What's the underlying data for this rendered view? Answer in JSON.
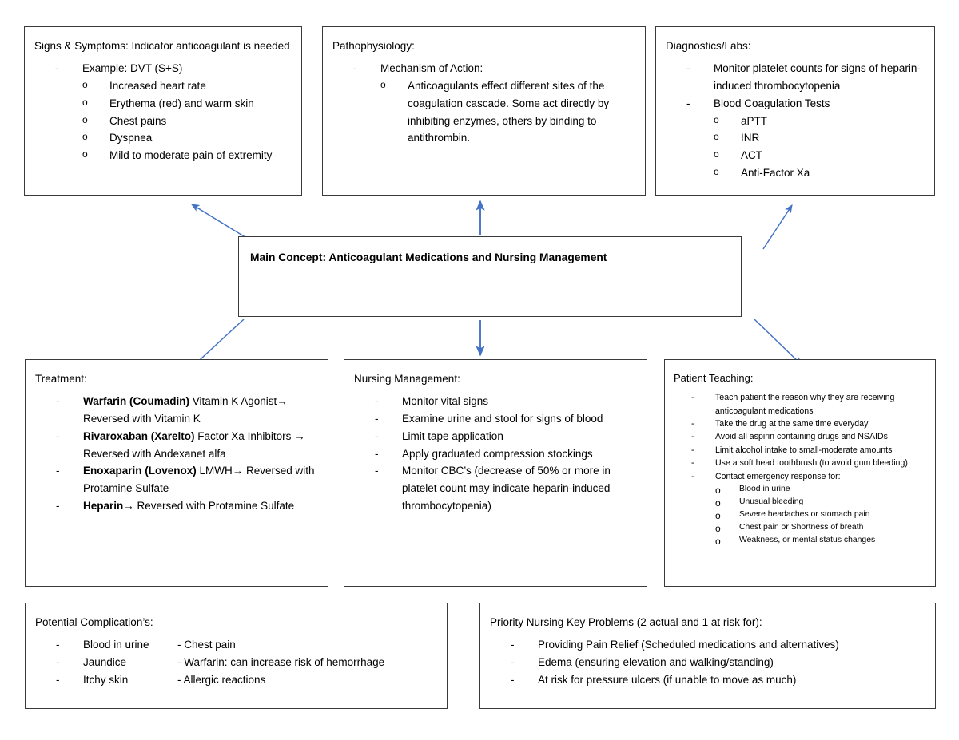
{
  "theme": {
    "arrow_color": "#4472C4",
    "border_color": "#3a3a3a",
    "background": "#ffffff"
  },
  "main": {
    "title": "Main Concept: Anticoagulant Medications and Nursing Management"
  },
  "signs": {
    "title": "Signs & Symptoms: Indicator anticoagulant is needed",
    "example": "Example: DVT (S+S)",
    "items": [
      "Increased heart rate",
      "Erythema (red) and warm skin",
      "Chest pains",
      "Dyspnea",
      "Mild to moderate pain of extremity"
    ]
  },
  "pathophysiology": {
    "title": "Pathophysiology:",
    "mechanism_label": "Mechanism of Action:",
    "mechanism_text": "Anticoagulants effect different sites of the coagulation cascade. Some act directly by inhibiting enzymes, others by binding to antithrombin."
  },
  "diagnostics": {
    "title": "Diagnostics/Labs:",
    "items": [
      "Monitor platelet counts for signs of heparin-induced thrombocytopenia",
      "Blood Coagulation Tests"
    ],
    "tests": [
      "aPTT",
      "INR",
      "ACT",
      "Anti-Factor Xa"
    ]
  },
  "treatment": {
    "title": "Treatment:",
    "items": [
      {
        "drug": "Warfarin (Coumadin)",
        "detail": " Vitamin K Agonist→ Reversed with Vitamin K"
      },
      {
        "drug": "Rivaroxaban (Xarelto)",
        "detail": " Factor Xa Inhibitors → Reversed with Andexanet alfa"
      },
      {
        "drug": "Enoxaparin (Lovenox)",
        "detail": " LMWH→ Reversed with Protamine Sulfate"
      },
      {
        "drug": "Heparin",
        "detail": "→ Reversed with Protamine Sulfate"
      }
    ]
  },
  "nursing": {
    "title": "Nursing Management:",
    "items": [
      "Monitor vital signs",
      "Examine urine and stool for signs of blood",
      "Limit tape application",
      "Apply graduated compression stockings",
      "Monitor CBC’s (decrease of 50% or more in platelet count may indicate heparin-induced thrombocytopenia)"
    ]
  },
  "teaching": {
    "title": "Patient Teaching:",
    "items": [
      "Teach patient the reason why they are receiving anticoagulant medications",
      "Take the drug at the same time everyday",
      "Avoid all aspirin containing drugs and NSAIDs",
      "Limit alcohol intake to small-moderate amounts",
      "Use a soft head toothbrush (to avoid gum bleeding)",
      "Contact emergency response for:"
    ],
    "emergency": [
      "Blood in urine",
      "Unusual bleeding",
      "Severe headaches or stomach pain",
      "Chest pain or Shortness of breath",
      "Weakness, or mental status changes"
    ]
  },
  "complications": {
    "title": "Potential Complication’s:",
    "rows": [
      {
        "left": "Blood in urine",
        "right": "- Chest pain"
      },
      {
        "left": "Jaundice",
        "right": "- Warfarin: can increase risk of hemorrhage"
      },
      {
        "left": "Itchy skin",
        "right": "- Allergic reactions"
      }
    ]
  },
  "priority": {
    "title": "Priority Nursing Key Problems (2 actual and 1 at risk for):",
    "items": [
      "Providing Pain Relief (Scheduled medications and alternatives)",
      "Edema (ensuring elevation and walking/standing)",
      "At risk for pressure ulcers (if unable to move as much)"
    ]
  },
  "connectors": [
    {
      "name": "arrow-main-to-signs",
      "from": "main",
      "to": "signs"
    },
    {
      "name": "arrow-main-to-pathophysiology",
      "from": "main",
      "to": "pathophysiology"
    },
    {
      "name": "arrow-main-to-diagnostics",
      "from": "main",
      "to": "diagnostics"
    },
    {
      "name": "arrow-main-to-treatment",
      "from": "main",
      "to": "treatment"
    },
    {
      "name": "arrow-main-to-nursing",
      "from": "main",
      "to": "nursing"
    },
    {
      "name": "arrow-main-to-teaching",
      "from": "main",
      "to": "teaching"
    }
  ]
}
